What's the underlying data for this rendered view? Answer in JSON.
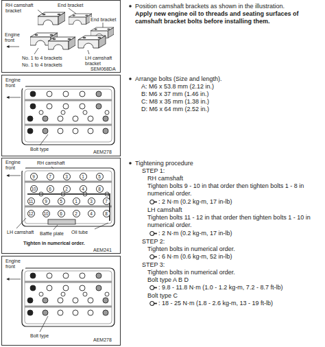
{
  "diagram": {
    "nodes": [
      {
        "text": [
          "RH camshaft bracket",
          "End bracket",
          "End bracket",
          "Engine front",
          "No. 1 to 4 brackets",
          "No. 1 to 4 brackets",
          "LH camshaft bracket",
          "SEM068DA"
        ]
      },
      {
        "text": [
          "Engine front",
          "Bolt type",
          "AEM278"
        ]
      },
      {
        "text": [
          "Engine front",
          "RH camshaft",
          "9",
          "7",
          "3",
          "1",
          "5",
          "10",
          "6",
          "2",
          "4",
          "8",
          "11",
          "9",
          "5",
          "1",
          "3",
          "7",
          "12",
          "10",
          "6",
          "2",
          "4",
          "8",
          "LH camshaft",
          "Baffle plate",
          "Oil tube",
          "Tighten in numerical order.",
          "AEM241"
        ]
      },
      {
        "text": [
          "Engine front",
          "Bolt type",
          "AEM278"
        ]
      }
    ],
    "labels": [
      "Position camshaft brackets as shown in the illustration.",
      "Apply new engine oil to threads and seating surfaces of camshaft bracket bolts before installing them.",
      "Arrange bolts (Size and length).",
      "A: M6 x 53.8 mm (2.12 in.)",
      "B: M6 x 37 mm (1.46 in.)",
      "C: M8 x 35 mm (1.38 in.)",
      "D: M6 x 64 mm (2.52 in.)",
      "Tightening procedure",
      "STEP 1:",
      "RH camshaft",
      "Tighten bolts 9 - 10 in that order then tighten bolts 1 - 8 in numerical order.",
      ": 2 N·m (0.2 kg-m, 17 in-lb)",
      "LH camshaft",
      "Tighten bolts 11 - 12 in that order then tighten bolts 1 - 10 in numerical order.",
      ": 2 N·m (0.2 kg-m, 17 in-lb)",
      "STEP 2:",
      "Tighten bolts in numerical order.",
      ": 6 N·m (0.6 kg-m, 52 in-lb)",
      "STEP 3:",
      "Tighten bolts in numerical order.",
      "Bolt type A B D",
      ": 9.8 - 11.8 N·m (1.0 - 1.2 kg-m, 7.2 - 8.7 ft-lb)",
      "Bolt type C",
      ": 18 - 25 N·m (1.8 - 2.6 kg-m, 13 - 19 ft-lb)"
    ]
  }
}
